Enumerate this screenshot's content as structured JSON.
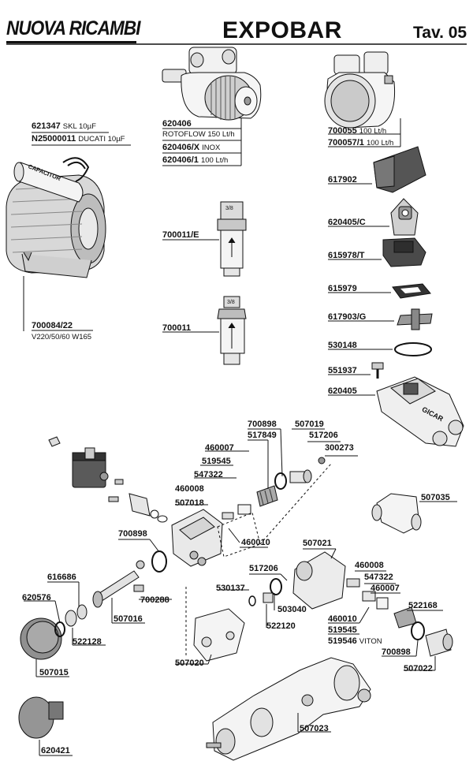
{
  "header": {
    "brand": "NUOVA RICAMBI",
    "title": "EXPOBAR",
    "table_ref": "Tav. 05"
  },
  "parts": {
    "p621347": {
      "code": "621347",
      "desc": "SKL 10µF"
    },
    "pN25000011": {
      "code": "N25000011",
      "desc": "DUCATI 10µF"
    },
    "p700084_22": {
      "code": "700084/22",
      "desc": "V220/50/60 W165"
    },
    "capacitor_print": "CAPACITOR",
    "p620406": {
      "code": "620406",
      "desc": "ROTOFLOW 150 Lt/h"
    },
    "p620406X": {
      "code": "620406/X",
      "desc": "INOX"
    },
    "p620406_1": {
      "code": "620406/1",
      "desc": "100 Lt/h"
    },
    "p700055": {
      "code": "700055",
      "desc": "100 Lt/h"
    },
    "p700057_1": {
      "code": "700057/1",
      "desc": "100 Lt/h"
    },
    "p617902": "617902",
    "p620405C": "620405/C",
    "p615978T": "615978/T",
    "p615979": "615979",
    "p617903G": "617903/G",
    "p530148": "530148",
    "p551937": "551937",
    "p620405": "620405",
    "gicar_print": "GICAR",
    "p700011E": "700011/E",
    "p700011": "700011",
    "thread_3_8": "3/8",
    "p700898a": "700898",
    "p517849": "517849",
    "p507019": "507019",
    "p517206a": "517206",
    "p460007a": "460007",
    "p300273": "300273",
    "p519545a": "519545",
    "p547322a": "547322",
    "p460008a": "460008",
    "p507018": "507018",
    "p507035": "507035",
    "p460010a": "460010",
    "p700898b": "700898",
    "p507021": "507021",
    "p616686": "616686",
    "p460008b": "460008",
    "p517206b": "517206",
    "p547322b": "547322",
    "p700288": "700288",
    "p530137": "530137",
    "p460007b": "460007",
    "p620576": "620576",
    "p507016": "507016",
    "p503040": "503040",
    "p522168": "522168",
    "p460010b": "460010",
    "p522128": "522128",
    "p522120": "522120",
    "p519545b": "519545",
    "p519546": {
      "code": "519546",
      "desc": "VITON"
    },
    "p700898c": "700898",
    "p507020": "507020",
    "p507022": "507022",
    "p507015": "507015",
    "p507023": "507023",
    "p620421": "620421"
  }
}
